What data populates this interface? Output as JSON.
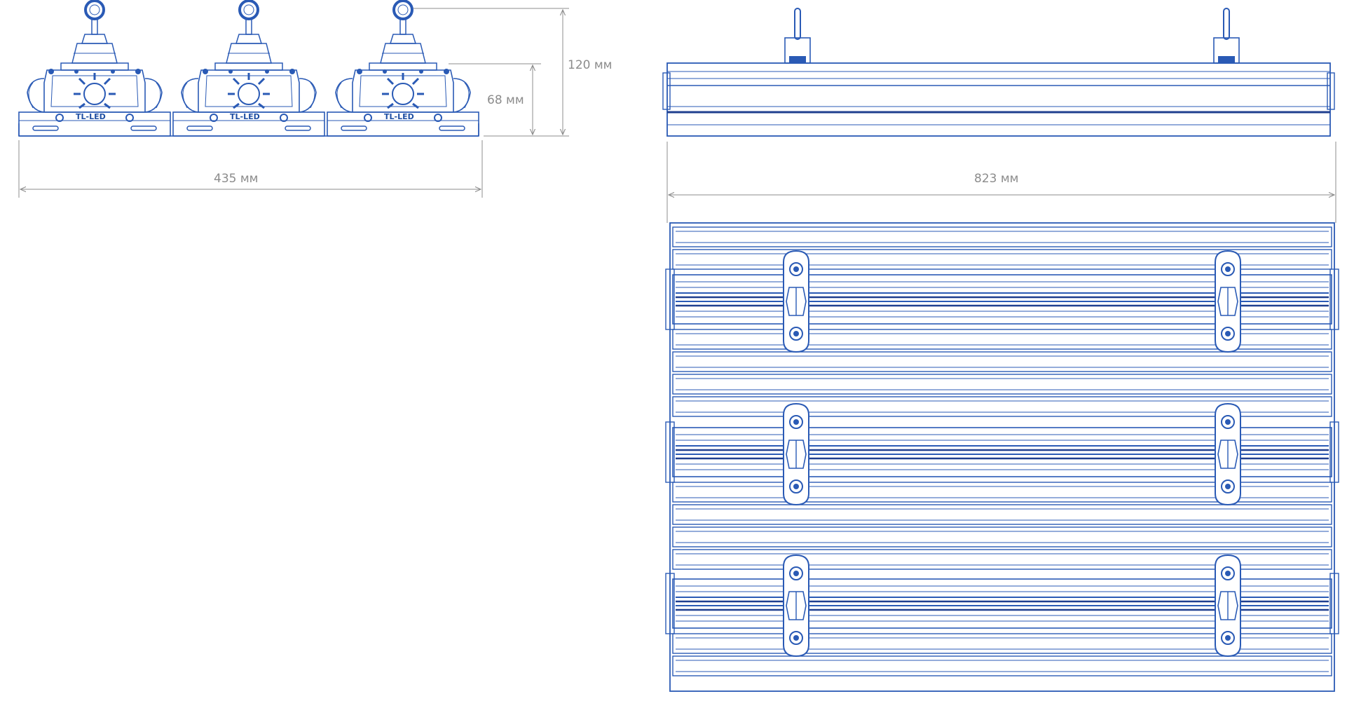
{
  "dimensions": {
    "height_total": "120 мм",
    "height_body": "68 мм",
    "width": "435 мм",
    "length": "823 мм"
  },
  "logo": "TL-LED",
  "colors": {
    "line": "#2a5ab5",
    "line_dark": "#1f3f8f",
    "dimension": "#8c8c8c"
  }
}
